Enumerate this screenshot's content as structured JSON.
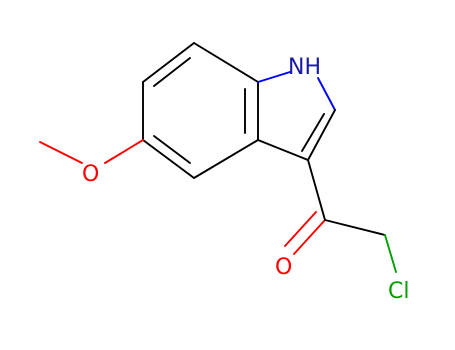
{
  "structure": {
    "atoms": {
      "nh": {
        "text": "NH",
        "color": "#1a1aa6"
      },
      "o_methoxy": {
        "text": "O",
        "color": "#ff0000"
      },
      "o_carbonyl": {
        "text": "O",
        "color": "#ff0000"
      },
      "cl": {
        "text": "Cl",
        "color": "#00a000"
      }
    }
  }
}
